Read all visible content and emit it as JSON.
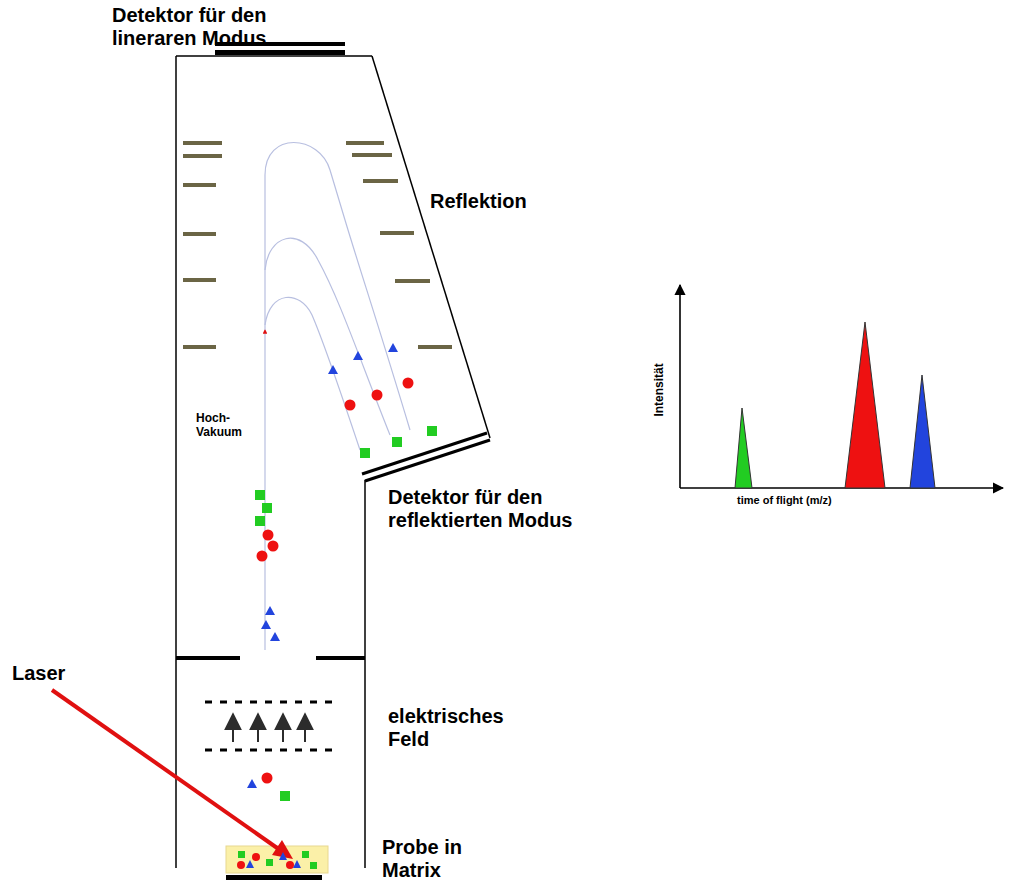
{
  "diagram": {
    "labels": [
      "Detektor für den lineraren Modus",
      "Reflektion",
      "Hoch- Vakuum",
      "Detektor für den reflektierten Modus",
      "Laser",
      "elektrisches Feld",
      "Probe in Matrix",
      "Intensität",
      "time of flight (m/z)"
    ]
  }
}
